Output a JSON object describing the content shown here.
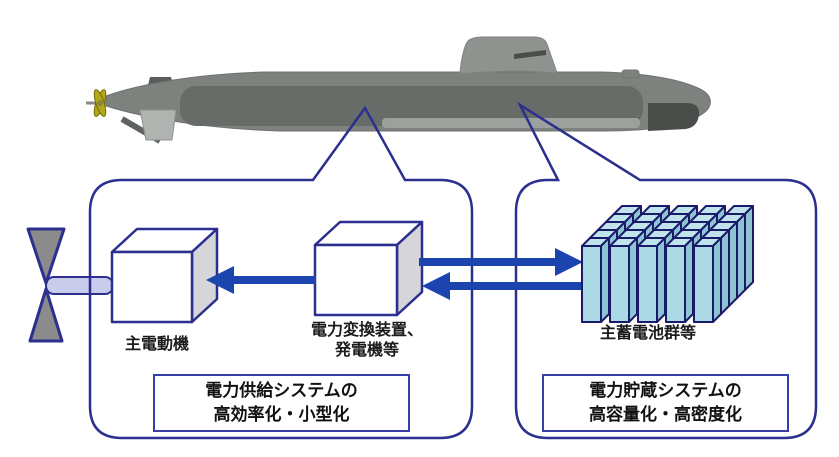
{
  "components": {
    "motor": {
      "label": "主電動機"
    },
    "converter": {
      "label_line1": "電力変換装置、",
      "label_line2": "発電機等"
    },
    "battery": {
      "label": "主蓄電池群等"
    }
  },
  "callouts": {
    "power_supply": {
      "line1": "電力供給システムの",
      "line2": "高効率化・小型化"
    },
    "power_storage": {
      "line1": "電力貯蔵システムの",
      "line2": "高容量化・高密度化"
    }
  },
  "colors": {
    "outline_navy": "#2B2F8E",
    "arrow_blue": "#1B44AE",
    "caption_border_blue": "#3A3EA8",
    "battery_cell_fill": "#ACDAE4",
    "battery_cell_top": "#BFE4EC",
    "battery_cell_side": "#8FC4D4",
    "battery_outline": "#1A1A6B",
    "hull_gray": "#7E827E",
    "hull_band_gray": "#686C68",
    "hull_bottom_light": "#9DA19D",
    "sail_gray": "#8F938F",
    "bow_panel_gray": "#4A4E4A",
    "rudder_dark": "#5A5E5A",
    "rudder_light": "#B0B4B0",
    "propeller_yellow": "#B3A81C",
    "shaft_lavender": "#C9CCEA",
    "cube_face_white": "#FFFFFF",
    "cube_side_gray": "#D6D6DA"
  }
}
